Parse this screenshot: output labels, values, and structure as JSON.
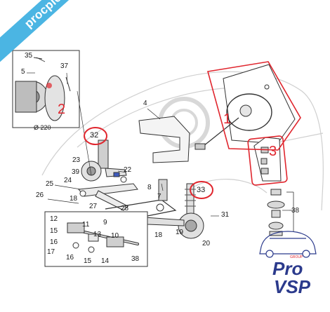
{
  "watermark": {
    "text": "procpiece-vsp.com"
  },
  "brand": {
    "main": "Pro",
    "sub": "VSP",
    "group": "GROUP"
  },
  "callouts": [
    {
      "id": "c1",
      "text": "1"
    },
    {
      "id": "c2",
      "text": "2"
    },
    {
      "id": "c3",
      "text": "3"
    }
  ],
  "circled_parts": [
    {
      "id": "p32",
      "text": "32"
    },
    {
      "id": "p33",
      "text": "33"
    }
  ],
  "part_numbers": {
    "n35": "35",
    "n5": "5",
    "n37": "37",
    "d220": "Ø 220",
    "n4": "4",
    "n23": "23",
    "n39": "39",
    "n22": "22",
    "n25": "25",
    "n24": "24",
    "n26": "26",
    "n18a": "18",
    "n27": "27",
    "n28": "28",
    "n8": "8",
    "n7": "7",
    "n31": "31",
    "n18b": "18",
    "n19": "19",
    "n20": "20",
    "n38a": "38",
    "n12": "12",
    "n15a": "15",
    "n16a": "16",
    "n17": "17",
    "n11": "11",
    "n9": "9",
    "n13": "13",
    "n10": "10",
    "n16b": "16",
    "n15b": "15",
    "n14": "14",
    "n38b": "38"
  }
}
